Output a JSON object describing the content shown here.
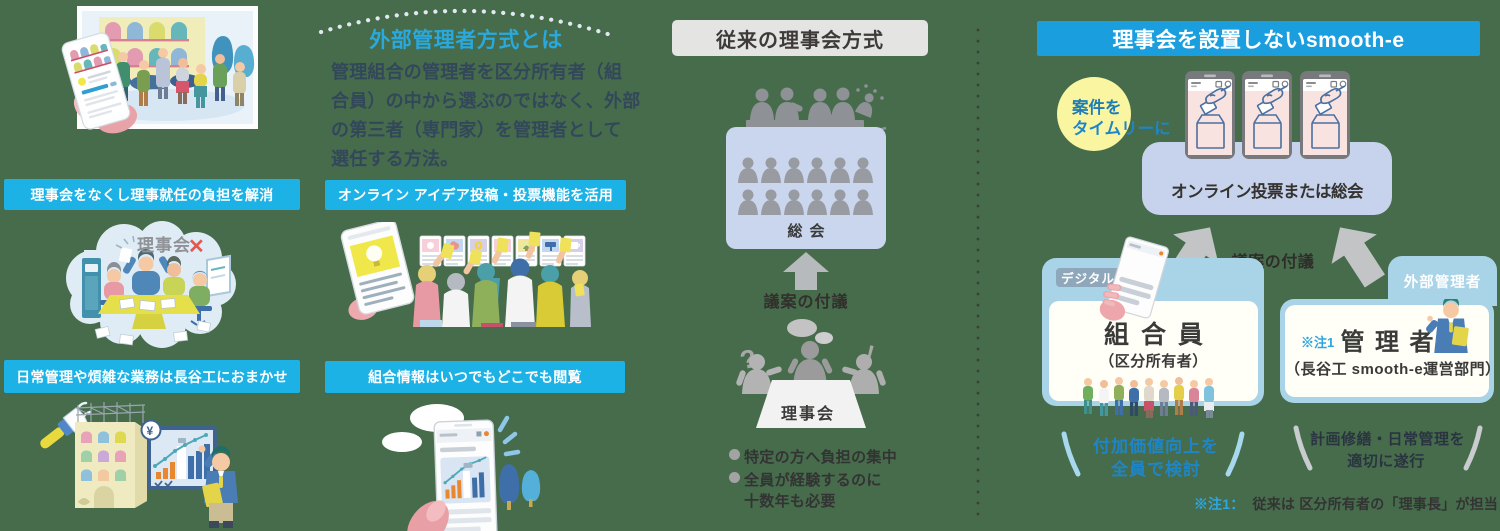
{
  "colors": {
    "background": "#466c4c",
    "banner_cyan": "#1cb2e6",
    "smooth_header_blue": "#1a9edd",
    "traditional_header_gray": "#e4e4e3",
    "periwinkle_box": "#c9d6ee",
    "card_light_blue": "#a9d4e8",
    "card_inner_cream": "#fffef7",
    "accent_title_cyan": "#29a9de",
    "caption_blue": "#1e86c8",
    "note_blue": "#2ea7e0",
    "badge_yellow": "#f9f5a0"
  },
  "left": {
    "banner1": "理事会をなくし理事就任の負担を解消",
    "banner2": "日常管理や煩雑な業務は長谷工におまかせ",
    "meeting_label": "理事会",
    "meeting_cross": "✕"
  },
  "method": {
    "title": "外部管理者方式とは",
    "desc_lines": [
      "管理組合の管理者を区分所有者（組",
      "合員）の中から選ぶのではなく、外部",
      "の第三者（専門家）を管理者として",
      "選任する方法。"
    ],
    "banner1": "オンライン アイデア投稿・投票機能を活用",
    "banner2": "組合情報はいつでもどこでも閲覧"
  },
  "traditional": {
    "header": "従来の理事会方式",
    "soukai_label": "総会",
    "arrow_label": "議案の付議",
    "board_label": "理事会",
    "bullet1": "特定の方へ負担の集中",
    "bullet2_line1": "全員が経験するのに",
    "bullet2_line2": "十数年も必要"
  },
  "smooth": {
    "header": "理事会を設置しないsmooth-e",
    "badge_line1": "案件を",
    "badge_line2": "タイムリーに",
    "vote_box_label": "オンライン投票または総会",
    "arrow_label": "議案の付議",
    "left_tag": "デジタル",
    "left_title": "組合員",
    "left_sub": "（区分所有者）",
    "right_tag": "外部管理者",
    "right_note": "※注1",
    "right_title": "管理者",
    "right_sub": "（長谷工 smooth-e運営部門）",
    "left_caption_line1": "付加価値向上を",
    "left_caption_line2": "全員で検討",
    "right_caption_line1": "計画修繕・日常管理を",
    "right_caption_line2": "適切に遂行",
    "footnote_prefix": "※注1：",
    "footnote_text": "従来は 区分所有者の「理事長」が担当"
  },
  "illustration": {
    "yen_mark": "¥",
    "question_mark": "?",
    "exclamation_mark": "!"
  }
}
